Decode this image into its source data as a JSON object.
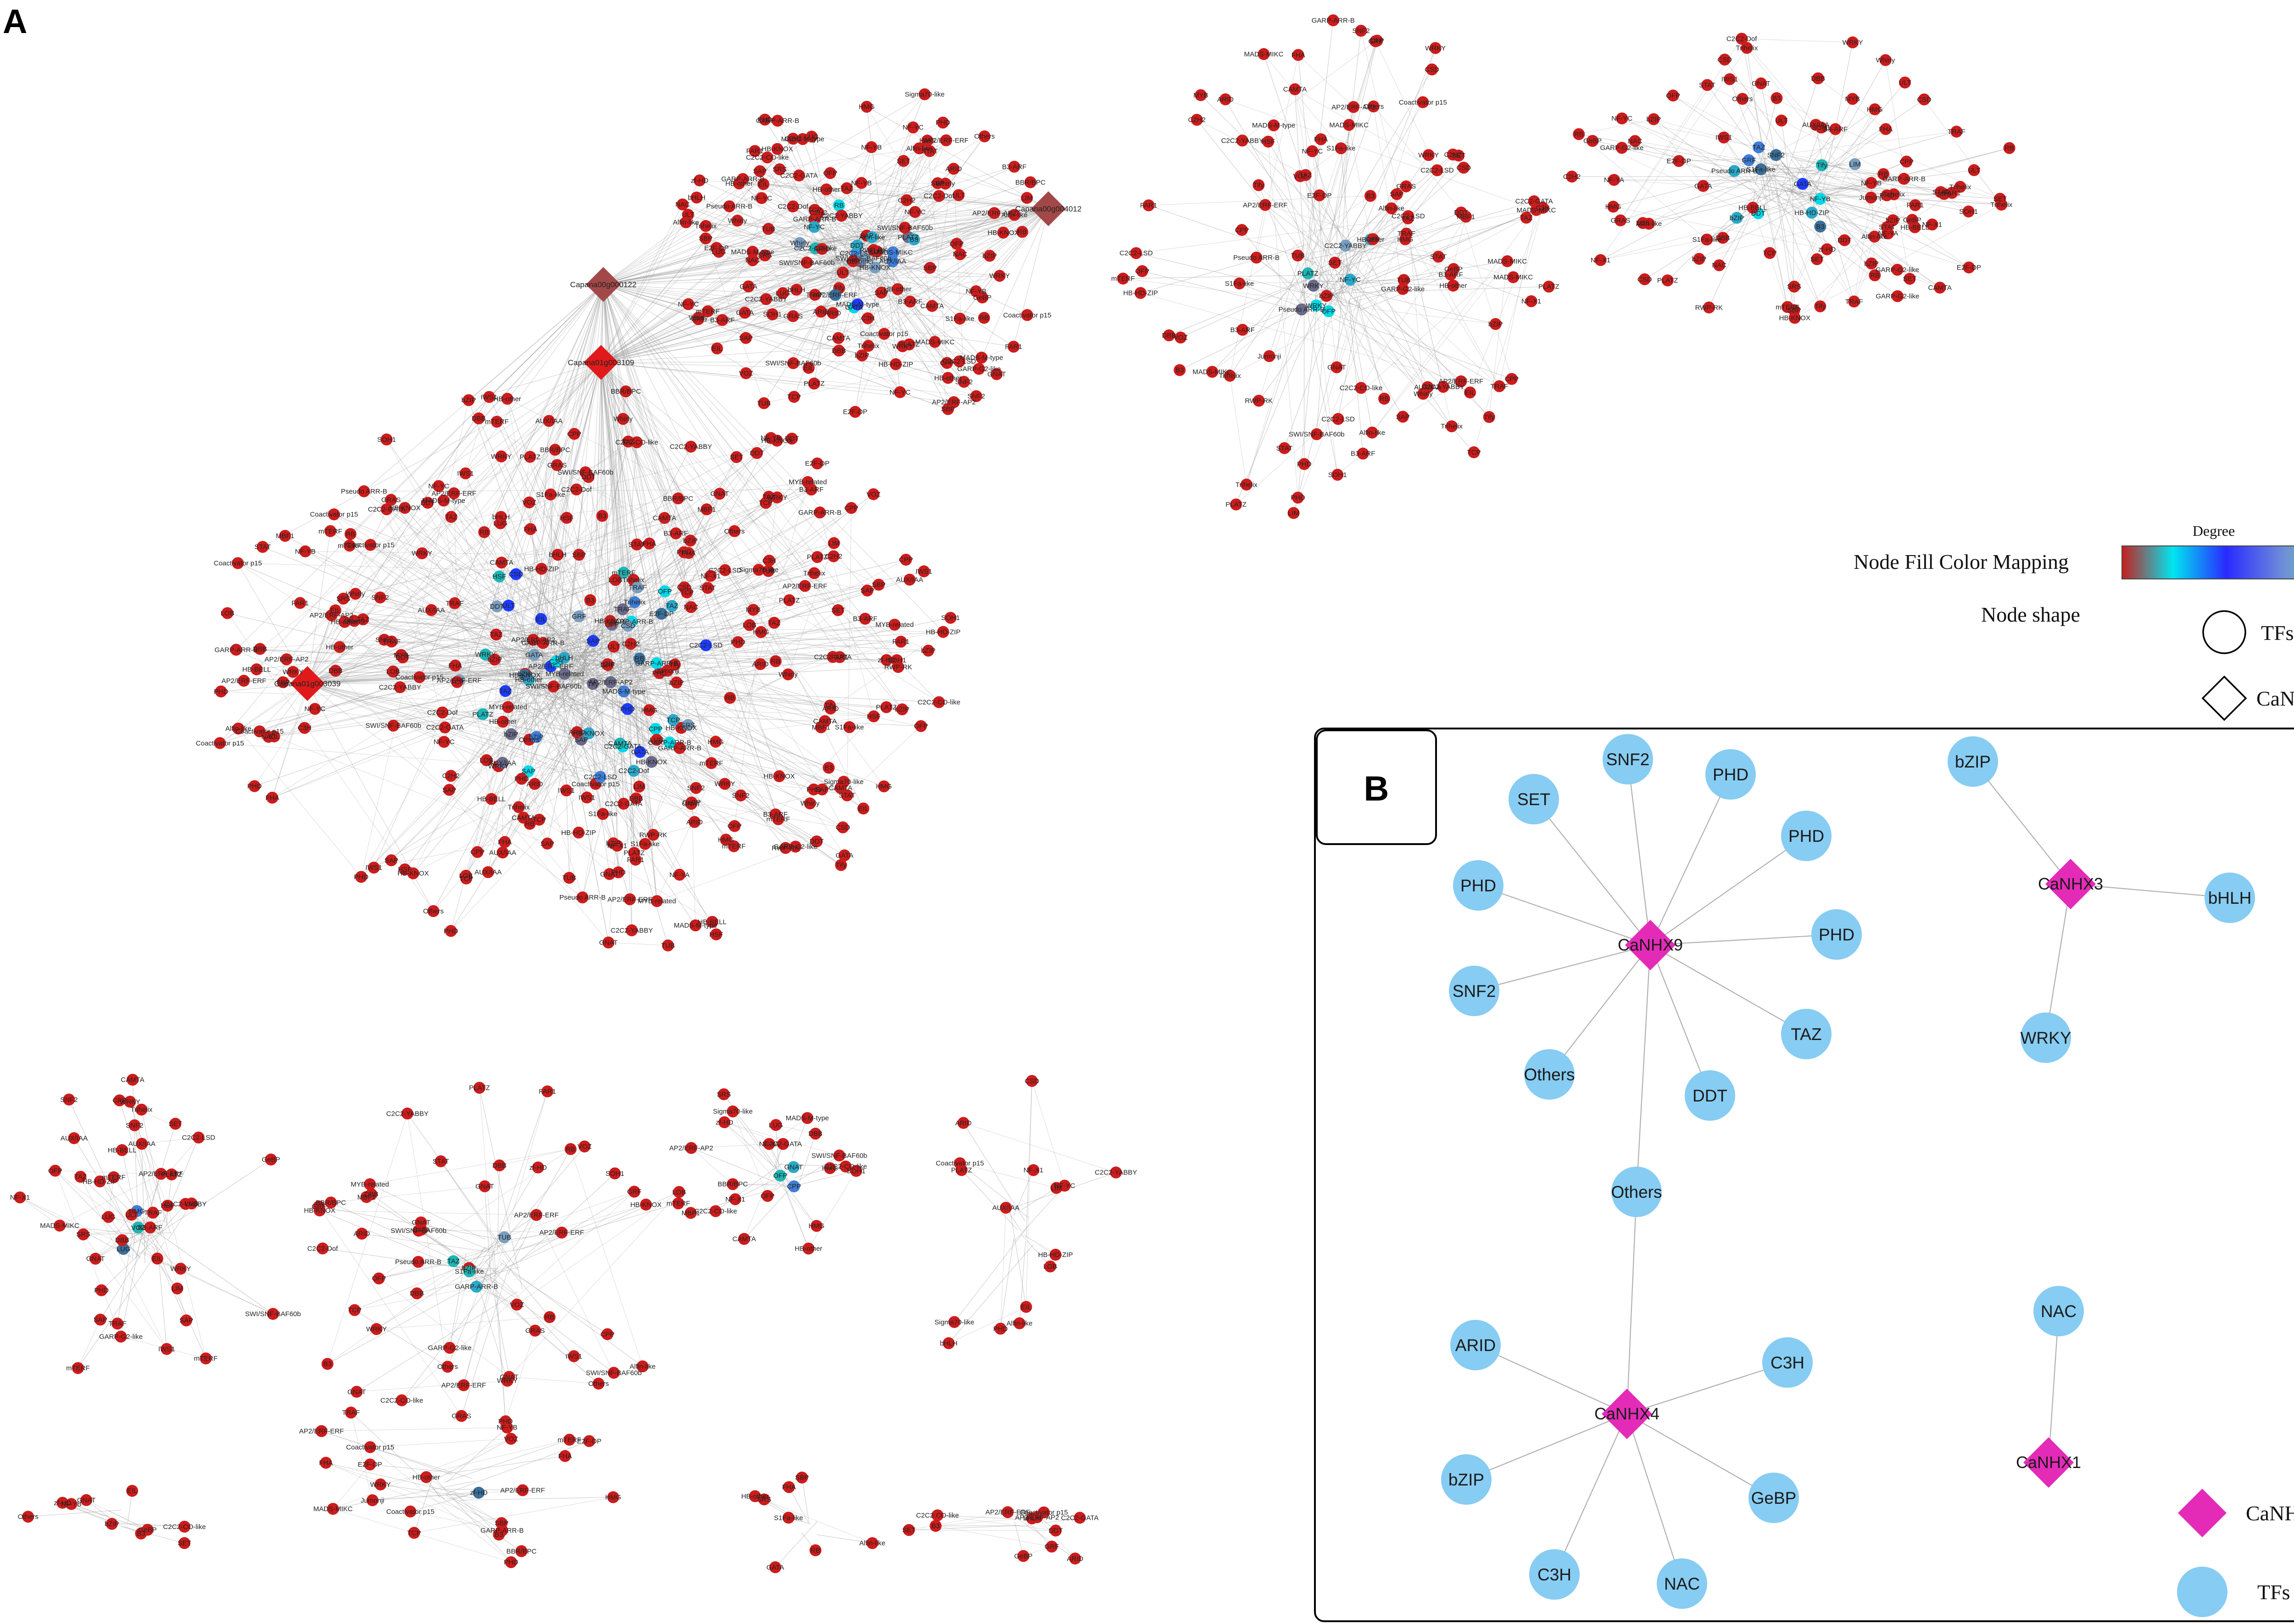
{
  "panel_a": {
    "letter": "A",
    "legend": {
      "color_title": "Node Fill Color Mapping",
      "degree_label": "Degree",
      "shape_title": "Node shape",
      "tfs": "TFs",
      "canhx": "CaNHX",
      "gradient": [
        "#c81e1e",
        "#00e5f0",
        "#2a2aff",
        "#6f8fd8",
        "#6ff07a"
      ]
    },
    "colors": {
      "node_red": "#cc1c1c",
      "edge": "#9a9a9a",
      "hub_diamond": "#e01a1a",
      "hub_diamond_dark": "#a34848"
    },
    "hubs": [
      "Capana00g000122",
      "Capana01g003109",
      "Capana01g003039",
      "Capana00g004012"
    ],
    "tf_families": [
      "AP2/ERF-ERF",
      "AP2/ERF-AP2",
      "bHLH",
      "bZIP",
      "MYB",
      "MYB-related",
      "NAC",
      "WRKY",
      "GRAS",
      "GATA",
      "C2C2-GATA",
      "C2C2-Dof",
      "C2C2-CO-like",
      "C2C2-LSD",
      "C2C2-YABBY",
      "C2H2",
      "C3H",
      "GNAT",
      "PHD",
      "SET",
      "SNF2",
      "SWI/SNF-BAF60b",
      "HB-HD-ZIP",
      "HB-BELL",
      "HB-KNOX",
      "HB-other",
      "Others",
      "mTERF",
      "Trihelix",
      "Jumonji",
      "GARP-G2-like",
      "GARP-ARR-B",
      "AUX/IAA",
      "MADS-MIKC",
      "MADS-M-type",
      "TAZ",
      "TRAF",
      "TCP",
      "B3",
      "B3-ARF",
      "ARID",
      "DDT",
      "HMG",
      "E2F-DP",
      "LOB",
      "bZIP",
      "PLATZ",
      "RWP-RK",
      "FAR1",
      "SBP",
      "LIM",
      "CAMTA",
      "Tify",
      "zf-HD",
      "NF-YA",
      "NF-YB",
      "NF-YC",
      "Coactivator p15",
      "Pseudo ARR-B",
      "Alfin-like",
      "GeBP",
      "OFP",
      "DBB",
      "BBR/BPC",
      "CPP",
      "Whirly",
      "ULT",
      "HSF",
      "SRS",
      "FHA",
      "GRF",
      "NF-X1",
      "MBF1",
      "IWS1",
      "CSD",
      "EIL",
      "S1Fa-like",
      "SOH1",
      "STAT",
      "VOZ",
      "TUB",
      "Sigma70-like",
      "HMG",
      "LUG",
      "RB",
      "SAP"
    ]
  },
  "panel_b": {
    "letter": "B",
    "legend": {
      "canhx": "CaNHX",
      "tfs": "TFs"
    },
    "colors": {
      "tf": "#87ccf2",
      "canhx": "#e42bb8",
      "edge": "#b0b0b0"
    },
    "groups": [
      {
        "hub": "CaNHX9",
        "tfs": [
          "SET",
          "SNF2",
          "PHD",
          "PHD",
          "PHD",
          "PHD",
          "SNF2",
          "TAZ",
          "Others",
          "DDT",
          "Others"
        ]
      },
      {
        "hub": "CaNHX3",
        "tfs": [
          "bZIP",
          "bHLH",
          "WRKY"
        ]
      },
      {
        "hub": "CaNHX4",
        "tfs": [
          "ARID",
          "C3H",
          "bZIP",
          "GeBP",
          "C3H",
          "NAC"
        ]
      },
      {
        "hub": "CaNHX1",
        "tfs": [
          "NAC"
        ]
      }
    ]
  }
}
